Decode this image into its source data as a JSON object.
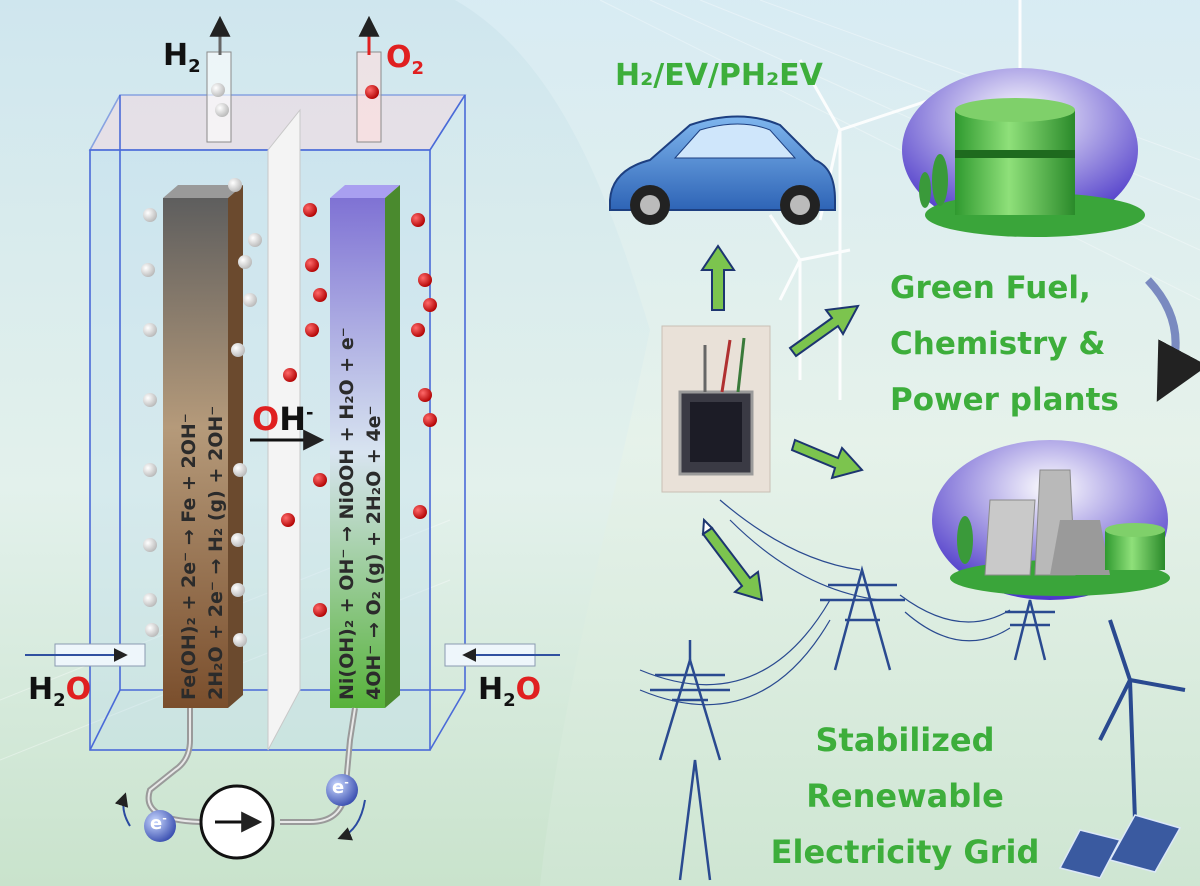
{
  "cell": {
    "gas_left": "H",
    "gas_left_sub": "2",
    "gas_right": "O",
    "gas_right_sub": "2",
    "water_left_h": "H",
    "water_left_sub": "2",
    "water_left_o": "O",
    "water_right_h": "H",
    "water_right_sub": "2",
    "water_right_o": "O",
    "ion": "O",
    "ion_h": "H",
    "ion_charge": "-",
    "electron": "e",
    "electron_charge": "-"
  },
  "iron_electrode": {
    "line_a": "Fe(OH)₂ + 2e⁻  →  Fe + 2OH⁻",
    "line_b": "2H₂O + 2e⁻  →  H₂ (g) + 2OH⁻"
  },
  "nickel_electrode": {
    "line_a": "Ni(OH)₂ + OH⁻ → NiOOH + H₂O + e⁻",
    "line_b": "4OH⁻  →  O₂ (g) + 2H₂O + 4e⁻"
  },
  "applications": {
    "vehicle_label": "H₂/EV/PH₂EV",
    "fuel_label_1": "Green Fuel,",
    "fuel_label_2": "Chemistry &",
    "fuel_label_3": "Power plants",
    "grid_label_1": "Stabilized",
    "grid_label_2": "Renewable",
    "grid_label_3": "Electricity Grid"
  },
  "colors": {
    "label_green": "#3dae3b",
    "oxygen_red": "#e02020",
    "iron_brown": "#8a6a4a",
    "nickel_purple": "#8b7fd6",
    "arrow_green": "#6fc048"
  }
}
